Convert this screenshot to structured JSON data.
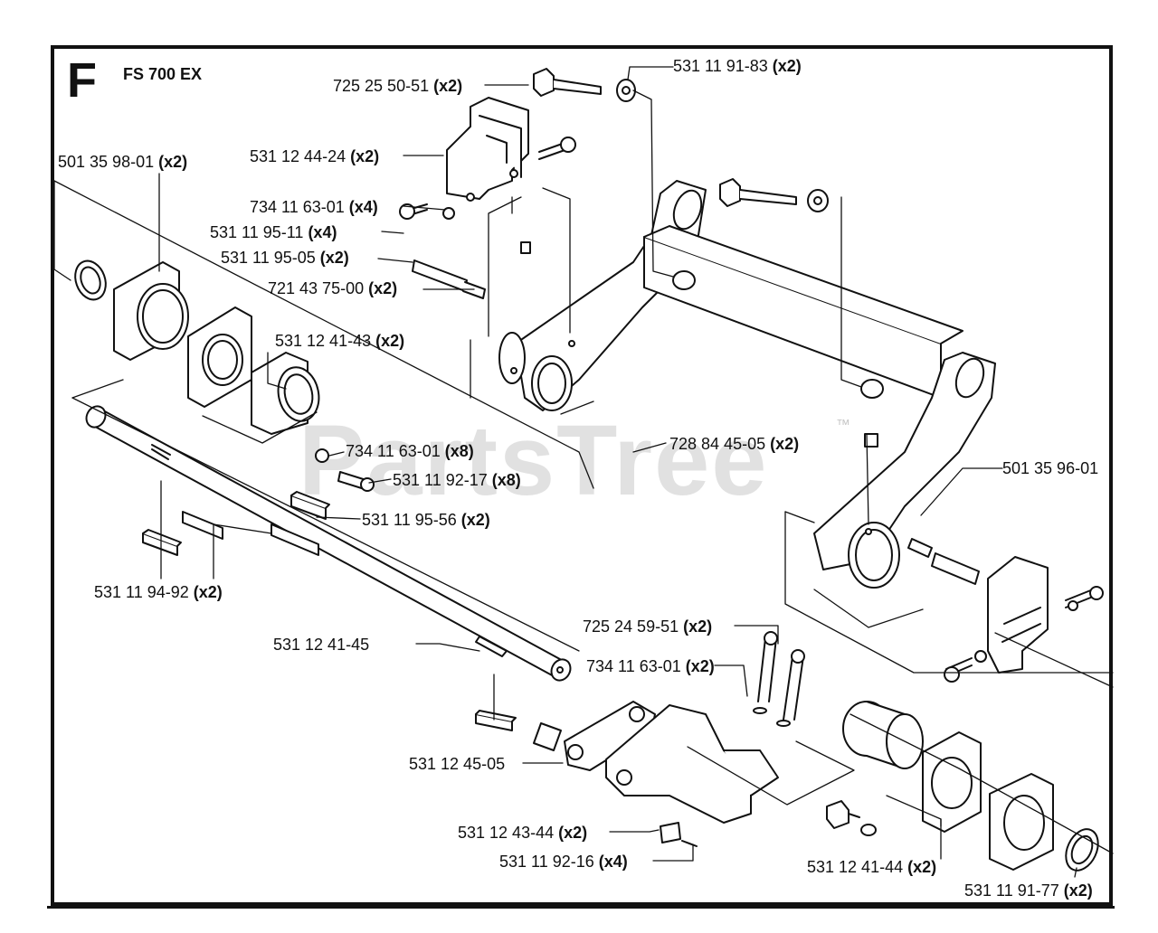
{
  "diagram": {
    "section_letter": "F",
    "model": "FS 700 EX",
    "watermark": "PartsTree",
    "watermark_mark": "™",
    "labels": [
      {
        "id": "p1",
        "pn": "725 25 50-51",
        "qty": "(x2)"
      },
      {
        "id": "p2",
        "pn": "531 11 91-83",
        "qty": "(x2)"
      },
      {
        "id": "p3",
        "pn": "531 12 44-24",
        "qty": "(x2)"
      },
      {
        "id": "p4",
        "pn": "501 35 98-01",
        "qty": "(x2)"
      },
      {
        "id": "p5",
        "pn": "734 11 63-01",
        "qty": "(x4)"
      },
      {
        "id": "p6",
        "pn": "531 11 95-11",
        "qty": "(x4)"
      },
      {
        "id": "p7",
        "pn": "531 11 95-05",
        "qty": "(x2)"
      },
      {
        "id": "p8",
        "pn": "721 43 75-00",
        "qty": "(x2)"
      },
      {
        "id": "p9",
        "pn": "531 12 41-43",
        "qty": "(x2)"
      },
      {
        "id": "p10",
        "pn": "728 84 45-05",
        "qty": "(x2)"
      },
      {
        "id": "p11",
        "pn": "501 35 96-01",
        "qty": ""
      },
      {
        "id": "p12",
        "pn": "734 11 63-01",
        "qty": "(x8)"
      },
      {
        "id": "p13",
        "pn": "531 11 92-17",
        "qty": "(x8)"
      },
      {
        "id": "p14",
        "pn": "531 11 95-56",
        "qty": "(x2)"
      },
      {
        "id": "p15",
        "pn": "531 11 94-92",
        "qty": "(x2)"
      },
      {
        "id": "p16",
        "pn": "725 24 59-51",
        "qty": "(x2)"
      },
      {
        "id": "p17",
        "pn": "531 12 41-45",
        "qty": ""
      },
      {
        "id": "p18",
        "pn": "734 11 63-01",
        "qty": "(x2)"
      },
      {
        "id": "p19",
        "pn": "531 12 45-05",
        "qty": ""
      },
      {
        "id": "p20",
        "pn": "531 12 43-44",
        "qty": "(x2)"
      },
      {
        "id": "p21",
        "pn": "531 11 92-16",
        "qty": "(x4)"
      },
      {
        "id": "p22",
        "pn": "531 12 41-44",
        "qty": "(x2)"
      },
      {
        "id": "p23",
        "pn": "531 11 91-77",
        "qty": "(x2)"
      }
    ]
  }
}
